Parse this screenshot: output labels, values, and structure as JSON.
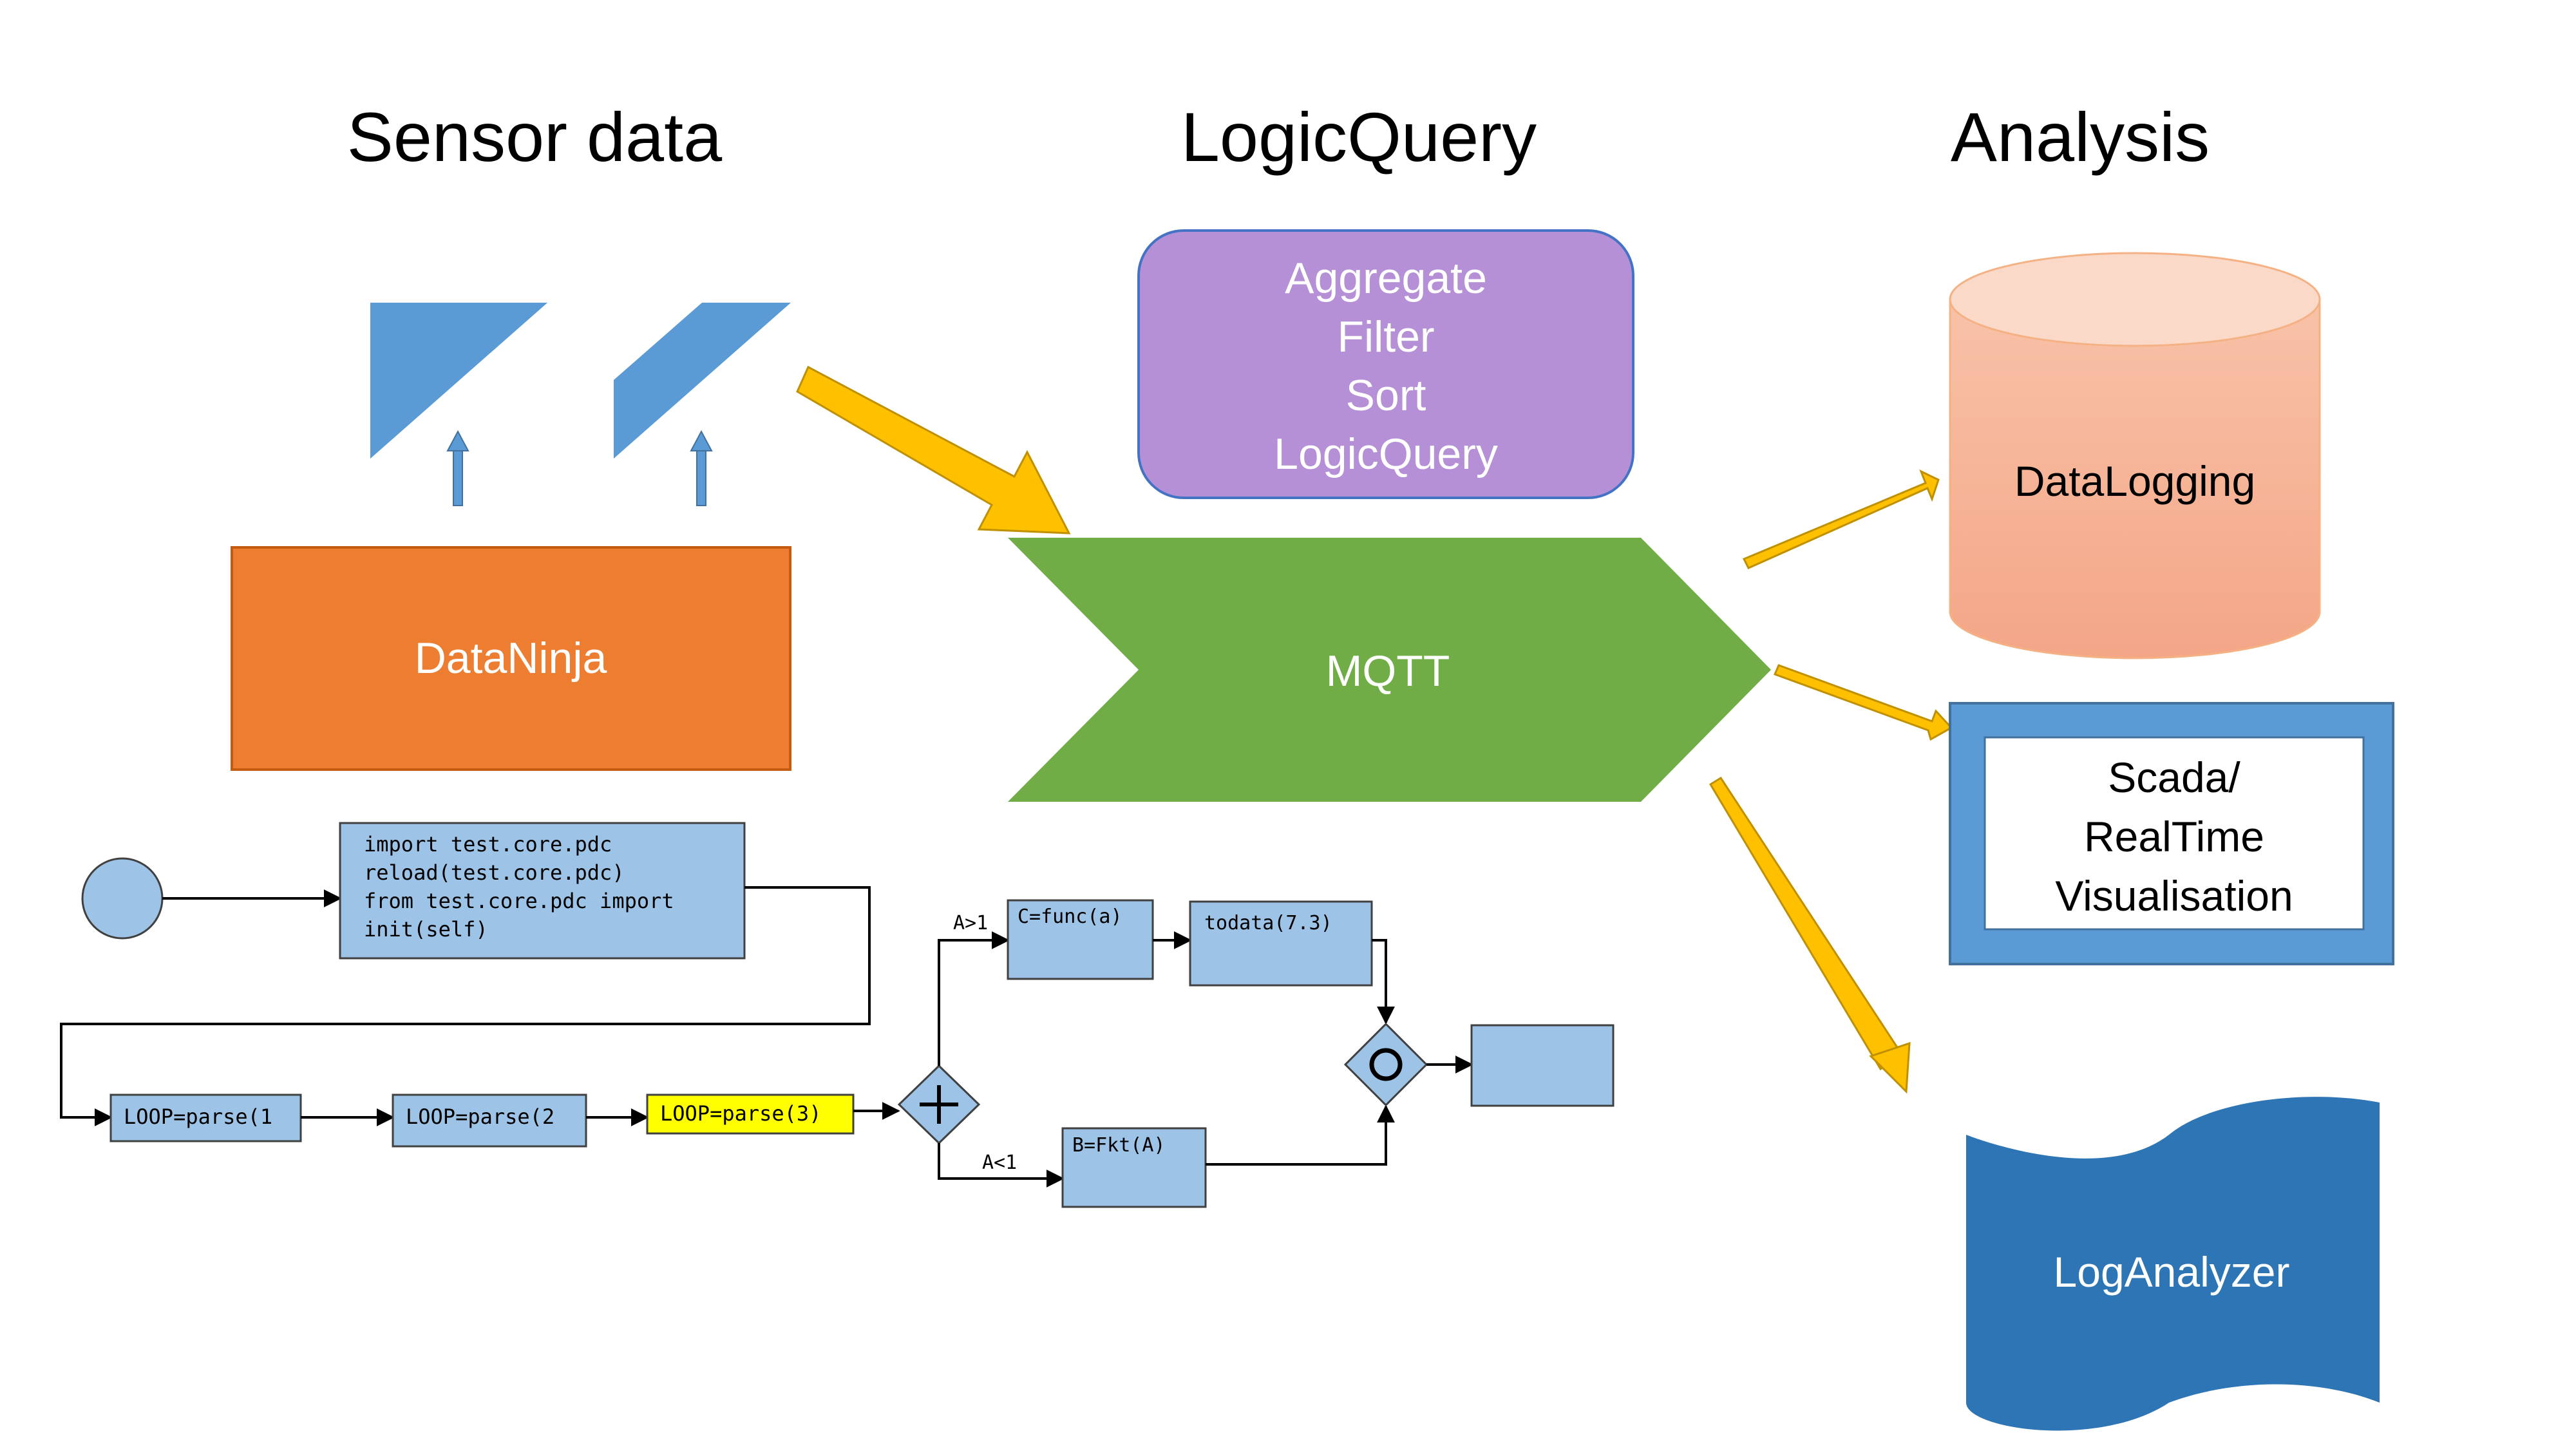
{
  "headings": {
    "sensor": "Sensor data",
    "logic": "LogicQuery",
    "analysis": "Analysis"
  },
  "logic_box": {
    "lines": [
      "Aggregate",
      "Filter",
      "Sort",
      "LogicQuery"
    ]
  },
  "nodes": {
    "dataninja": "DataNinja",
    "mqtt": "MQTT",
    "datalogging": "DataLogging",
    "scada": [
      "Scada/",
      "RealTime",
      "Visualisation"
    ],
    "loganalyzer": "LogAnalyzer"
  },
  "flow": {
    "code_lines": [
      "import test.core.pdc",
      "reload(test.core.pdc)",
      "from test.core.pdc import",
      "init(self)"
    ],
    "loop1": "LOOP=parse(1",
    "loop2": "LOOP=parse(2",
    "loop3": "LOOP=parse(3)",
    "cond_a_gt": "A>1",
    "cond_a_lt": "A<1",
    "func_c": "C=func(a)",
    "todata": "todata(7.3)",
    "fkt_b": "B=Fkt(A)"
  },
  "colors": {
    "sensor_blue": "#5b9bd5",
    "dataninja_orange": "#ed7d31",
    "mqtt_green": "#70ad47",
    "logic_purple": "#b590d6",
    "arrow_gold": "#ffc000",
    "db_salmon": "#f5aa8a",
    "scada_blue": "#5b9bd5",
    "loganalyzer_blue": "#2e75b6",
    "flow_box_blue": "#9dc3e6",
    "flow_highlight_yellow": "#ffff00"
  }
}
